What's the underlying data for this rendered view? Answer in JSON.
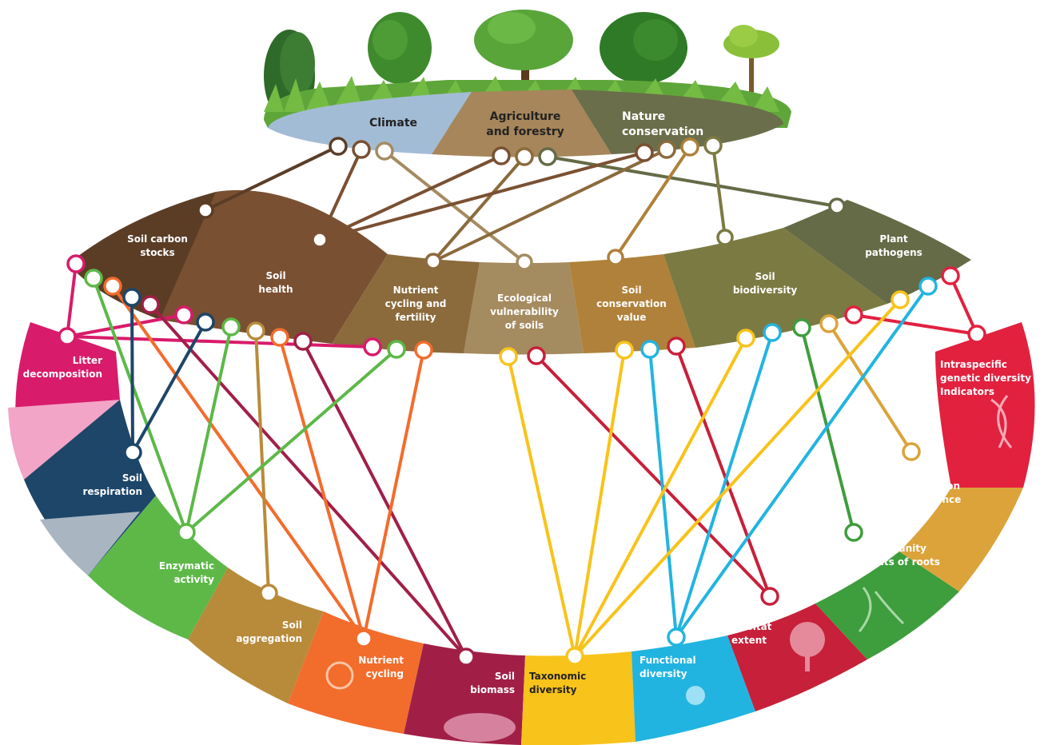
{
  "top": {
    "climate": "Climate",
    "agri_1": "Agriculture",
    "agri_2": "and forestry",
    "nature_1": "Nature",
    "nature_2": "conservation"
  },
  "middle": {
    "carbon_1": "Soil carbon",
    "carbon_2": "stocks",
    "health_1": "Soil",
    "health_2": "health",
    "nutrient_1": "Nutrient",
    "nutrient_2": "cycling and",
    "nutrient_3": "fertility",
    "eco_1": "Ecological",
    "eco_2": "vulnerability",
    "eco_3": "of soils",
    "cons_1": "Soil",
    "cons_2": "conservation",
    "cons_3": "value",
    "bio_1": "Soil",
    "bio_2": "biodiversity",
    "path_1": "Plant",
    "path_2": "pathogens"
  },
  "bottom": {
    "litter_1": "Litter",
    "litter_2": "decomposition",
    "resp_1": "Soil",
    "resp_2": "respiration",
    "enz_1": "Enzymatic",
    "enz_2": "activity",
    "agg_1": "Soil",
    "agg_2": "aggregation",
    "nc_1": "Nutrient",
    "nc_2": "cycling",
    "biom_1": "Soil",
    "biom_2": "biomass",
    "tax_1": "Taxonomic",
    "tax_2": "diversity",
    "func_1": "Functional",
    "func_2": "diversity",
    "hab_1": "Habitat",
    "hab_2": "extent",
    "roots_1": "Community",
    "roots_2": "traits of roots",
    "pop_1": "Population",
    "pop_2": "abundance",
    "gen_1": "Intraspecific",
    "gen_2": "genetic diversity",
    "gen_3": "Indicators"
  },
  "colors": {
    "climate": "#a3bcd6",
    "agri": "#a6865a",
    "nature": "#6b6e4a",
    "carbon": "#5b3d26",
    "health": "#7a5032",
    "nutrient": "#8b6a3c",
    "eco": "#a58b60",
    "cons": "#b0813a",
    "bio": "#7b7a42",
    "path": "#646b46",
    "litter": "#d81b6a",
    "resp": "#1d4669",
    "enz": "#5db848",
    "agg": "#b88b3a",
    "nc": "#f26c2c",
    "biom": "#a11f47",
    "tax": "#f8c31a",
    "func": "#22b4e0",
    "hab": "#c7203a",
    "roots": "#3e9d3d",
    "pop": "#dba33a",
    "gen": "#e2213f"
  }
}
